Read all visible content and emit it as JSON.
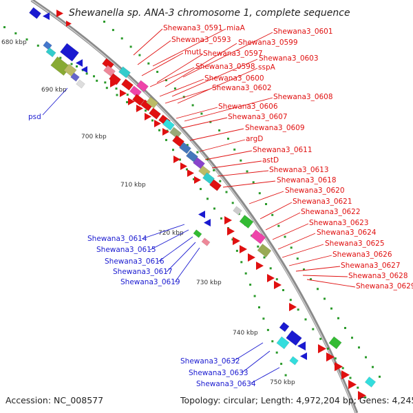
{
  "title": "Shewanella sp. ANA-3 chromosome 1, complete sequence",
  "accession": "Accession: NC_008577",
  "summary": "Topology: circular; Length: 4,972,204 bp; Genes: 4,245",
  "colors": {
    "forward": "#e01010",
    "reverse": "#1a1ad0",
    "backbone": "#8a8a8a",
    "tick": "#2a9a2a"
  },
  "scale_labels": [
    "680 kbp",
    "690 kbp",
    "700 kbp",
    "710 kbp",
    "720 kbp",
    "730 kbp",
    "740 kbp",
    "750 kbp"
  ],
  "forward_genes": [
    "Shewana3_0591",
    "miaA",
    "Shewana3_0601",
    "Shewana3_0593",
    "Shewana3_0599",
    "mutL",
    "Shewana3_0597",
    "Shewana3_0603",
    "Shewana3_0598",
    "sspA",
    "Shewana3_0600",
    "Shewana3_0602",
    "Shewana3_0608",
    "Shewana3_0606",
    "Shewana3_0607",
    "Shewana3_0609",
    "argD",
    "Shewana3_0611",
    "astD",
    "Shewana3_0613",
    "Shewana3_0618",
    "Shewana3_0620",
    "Shewana3_0621",
    "Shewana3_0622",
    "Shewana3_0623",
    "Shewana3_0624",
    "Shewana3_0625",
    "Shewana3_0626",
    "Shewana3_0627",
    "Shewana3_0628",
    "Shewana3_0629"
  ],
  "reverse_genes": [
    "psd",
    "Shewana3_0614",
    "Shewana3_0615",
    "Shewana3_0616",
    "Shewana3_0617",
    "Shewana3_0619",
    "Shewana3_0632",
    "Shewana3_0633",
    "Shewana3_0634"
  ]
}
